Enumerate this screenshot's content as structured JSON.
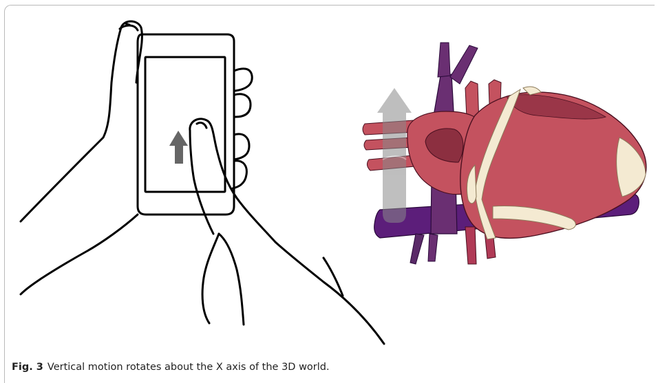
{
  "figure": {
    "label": "Fig. 3",
    "caption_text": "Vertical motion rotates about the X axis of the 3D world."
  },
  "illustration": {
    "left_panel": "hands-holding-phone-line-drawing",
    "right_panel": "3d-heart-model",
    "arrow_icon": "up-arrow-icon",
    "rotation_icon": "rotation-arrow-icon"
  },
  "colors": {
    "heart_red": "#c4525f",
    "heart_dark": "#8c2f40",
    "vessel_purple": "#6a2f72",
    "vessel_violet": "#5c1e7a",
    "fat_cream": "#f4ead2",
    "arrow_gray": "#666666"
  }
}
